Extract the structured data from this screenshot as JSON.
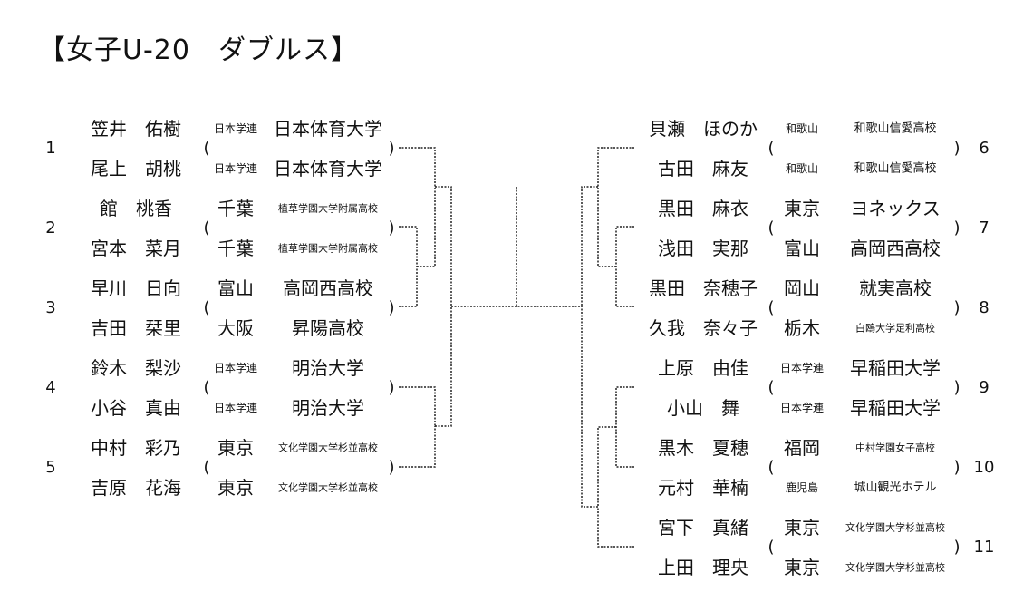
{
  "title": "【女子U-20　ダブルス】",
  "left": [
    {
      "seed": "1",
      "p1": {
        "name": "笠井　佑樹",
        "pref": "日本学連",
        "team": "日本体育大学"
      },
      "p2": {
        "name": "尾上　胡桃",
        "pref": "日本学連",
        "team": "日本体育大学"
      }
    },
    {
      "seed": "2",
      "p1": {
        "name": "館　桃香",
        "pref": "千葉",
        "team": "植草学園大学附属高校"
      },
      "p2": {
        "name": "宮本　菜月",
        "pref": "千葉",
        "team": "植草学園大学附属高校"
      }
    },
    {
      "seed": "3",
      "p1": {
        "name": "早川　日向",
        "pref": "富山",
        "team": "高岡西高校"
      },
      "p2": {
        "name": "吉田　栞里",
        "pref": "大阪",
        "team": "昇陽高校"
      }
    },
    {
      "seed": "4",
      "p1": {
        "name": "鈴木　梨沙",
        "pref": "日本学連",
        "team": "明治大学"
      },
      "p2": {
        "name": "小谷　真由",
        "pref": "日本学連",
        "team": "明治大学"
      }
    },
    {
      "seed": "5",
      "p1": {
        "name": "中村　彩乃",
        "pref": "東京",
        "team": "文化学園大学杉並高校"
      },
      "p2": {
        "name": "吉原　花海",
        "pref": "東京",
        "team": "文化学園大学杉並高校"
      }
    }
  ],
  "right": [
    {
      "seed": "6",
      "p1": {
        "name": "貝瀬　ほのか",
        "pref": "和歌山",
        "team": "和歌山信愛高校"
      },
      "p2": {
        "name": "古田　麻友",
        "pref": "和歌山",
        "team": "和歌山信愛高校"
      }
    },
    {
      "seed": "7",
      "p1": {
        "name": "黒田　麻衣",
        "pref": "東京",
        "team": "ヨネックス"
      },
      "p2": {
        "name": "浅田　実那",
        "pref": "富山",
        "team": "高岡西高校"
      }
    },
    {
      "seed": "8",
      "p1": {
        "name": "黒田　奈穂子",
        "pref": "岡山",
        "team": "就実高校"
      },
      "p2": {
        "name": "久我　奈々子",
        "pref": "栃木",
        "team": "白鴎大学足利高校"
      }
    },
    {
      "seed": "9",
      "p1": {
        "name": "上原　由佳",
        "pref": "日本学連",
        "team": "早稲田大学"
      },
      "p2": {
        "name": "小山　舞",
        "pref": "日本学連",
        "team": "早稲田大学"
      }
    },
    {
      "seed": "10",
      "p1": {
        "name": "黒木　夏穂",
        "pref": "福岡",
        "team": "中村学園女子高校"
      },
      "p2": {
        "name": "元村　華楠",
        "pref": "鹿児島",
        "team": "城山観光ホテル"
      }
    },
    {
      "seed": "11",
      "p1": {
        "name": "宮下　真緒",
        "pref": "東京",
        "team": "文化学園大学杉並高校"
      },
      "p2": {
        "name": "上田　理央",
        "pref": "東京",
        "team": "文化学園大学杉並高校"
      }
    }
  ],
  "paren_open": "(",
  "paren_close": ")"
}
